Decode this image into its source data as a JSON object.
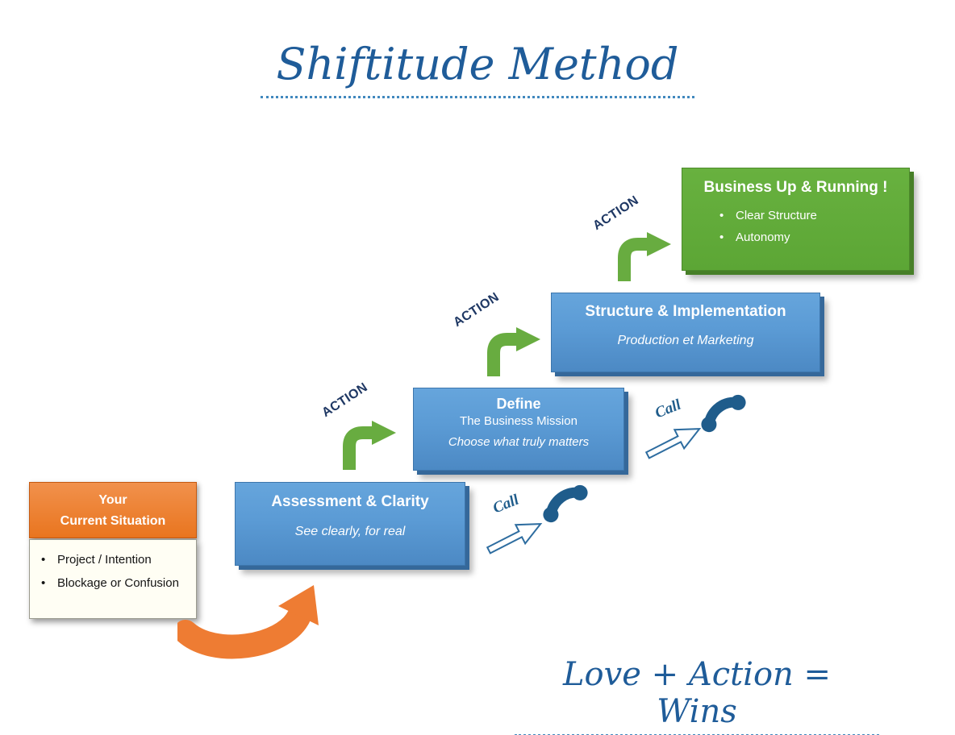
{
  "title": "Shiftitude Method",
  "formula": "Love + Action = Wins",
  "labels": {
    "action": "ACTION",
    "call": "Call"
  },
  "current_situation": {
    "title_line1": "Your",
    "title_line2": "Current Situation",
    "bullets": [
      "Project / Intention",
      "Blockage or Confusion"
    ]
  },
  "steps": {
    "assessment": {
      "title": "Assessment & Clarity",
      "subtitle": "See clearly, for real"
    },
    "define": {
      "title": "Define",
      "line2": "The Business Mission",
      "line3": "Choose what truly matters"
    },
    "structure": {
      "title": "Structure & Implementation",
      "subtitle": "Production et Marketing"
    },
    "result": {
      "title": "Business Up & Running !",
      "bullets": [
        "Clear Structure",
        "Autonomy"
      ]
    }
  },
  "colors": {
    "blue_box": "#5B9BD5",
    "green_box": "#5FAD3F",
    "orange_box": "#ED7D31",
    "script_text": "#1F5C99",
    "action_text": "#1F3864",
    "call_text": "#1F5C8B",
    "phone_icon": "#1F5C8B",
    "green_arrow": "#68AC40",
    "orange_arrow": "#EE7C33"
  }
}
